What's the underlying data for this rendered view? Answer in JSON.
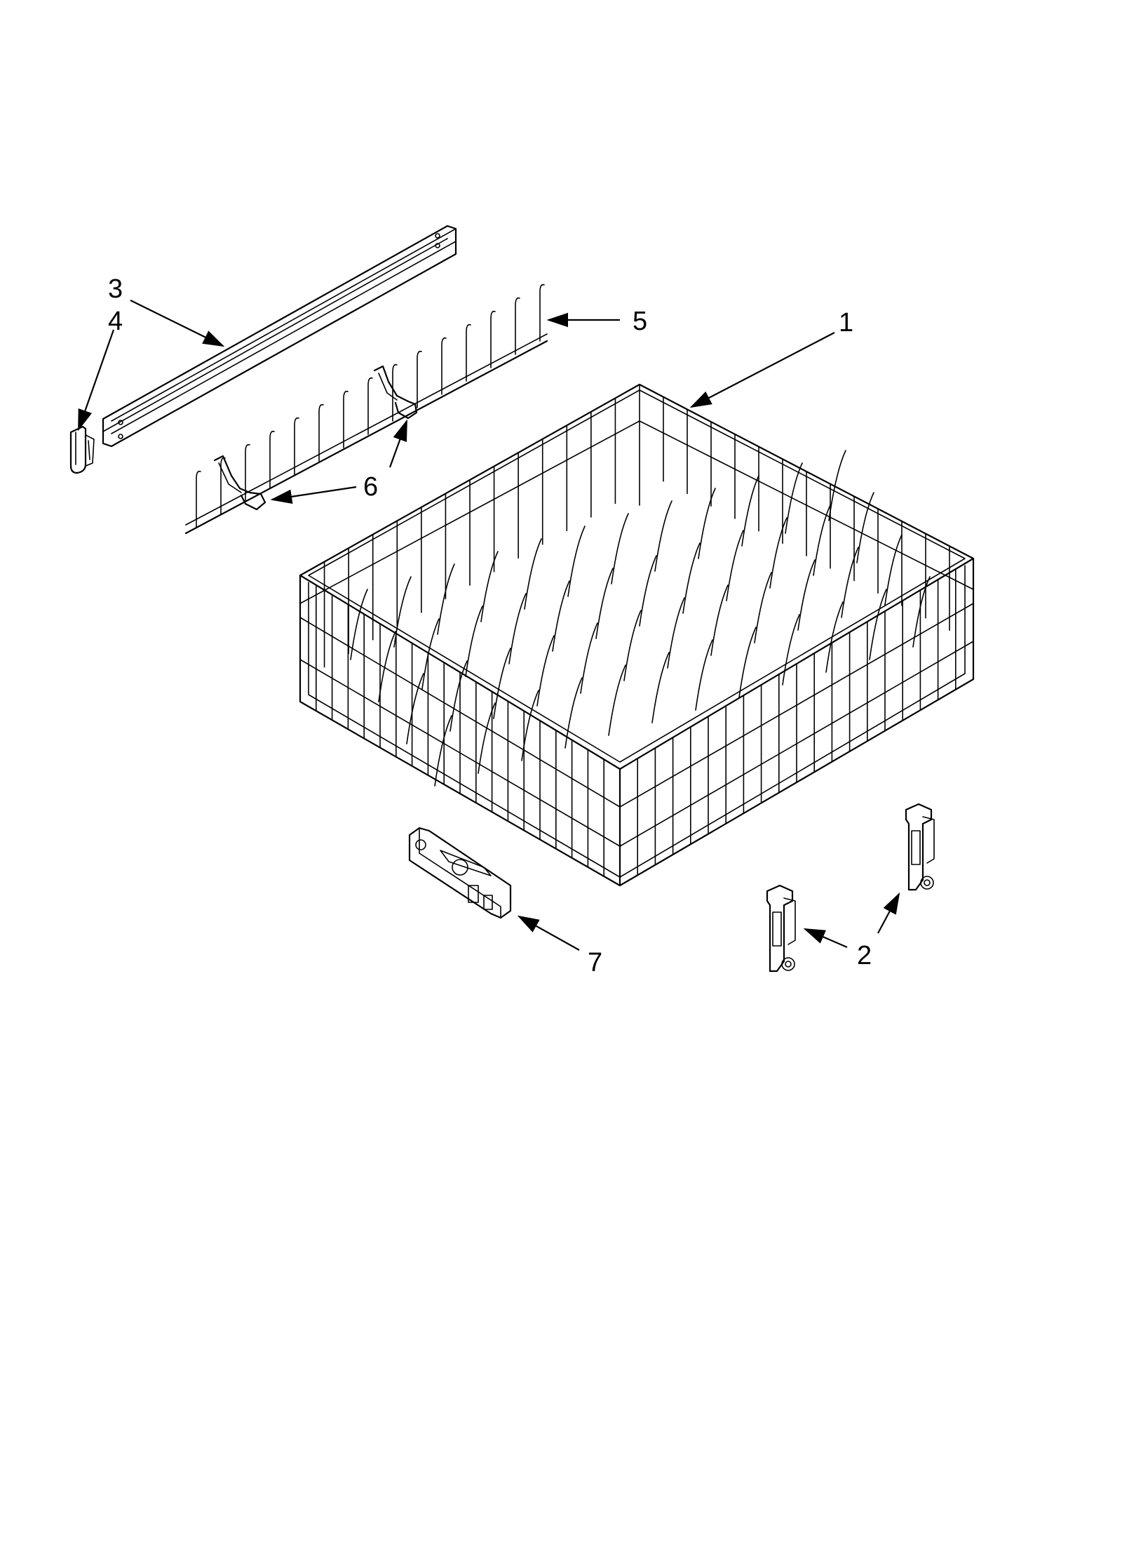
{
  "diagram": {
    "type": "exploded-parts-diagram",
    "callouts": [
      {
        "id": "1",
        "label": "1",
        "part": "upper-rack-basket"
      },
      {
        "id": "2",
        "label": "2",
        "part": "rack-adjuster"
      },
      {
        "id": "3",
        "label": "3",
        "part": "rack-rail"
      },
      {
        "id": "4",
        "label": "4",
        "part": "rail-end-cap"
      },
      {
        "id": "5",
        "label": "5",
        "part": "fold-down-tine-row"
      },
      {
        "id": "6",
        "label": "6",
        "part": "tine-clip"
      },
      {
        "id": "7",
        "label": "7",
        "part": "rack-stop-bracket"
      }
    ],
    "line_color": "#000000",
    "background_color": "#ffffff"
  }
}
